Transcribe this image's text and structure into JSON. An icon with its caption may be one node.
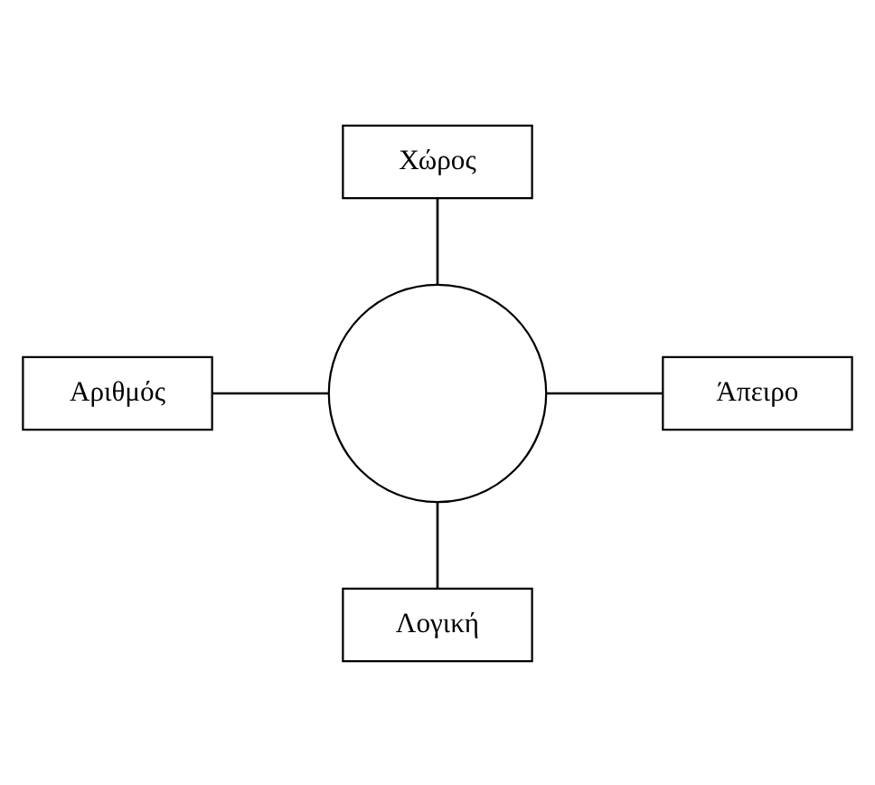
{
  "diagram": {
    "nodes": [
      {
        "text": [
          "Χώρος"
        ]
      },
      {
        "text": [
          "Αριθμός"
        ]
      },
      {
        "text": [],
        "shape": "circle"
      },
      {
        "text": [
          "Άπειρο"
        ]
      },
      {
        "text": [
          "Λογική"
        ]
      }
    ],
    "edges": [
      {
        "from": 0,
        "to": 2,
        "arrow": "none"
      },
      {
        "from": 1,
        "to": 2,
        "arrow": "none"
      },
      {
        "from": 2,
        "to": 3,
        "arrow": "none"
      },
      {
        "from": 2,
        "to": 4,
        "arrow": "none"
      }
    ]
  }
}
